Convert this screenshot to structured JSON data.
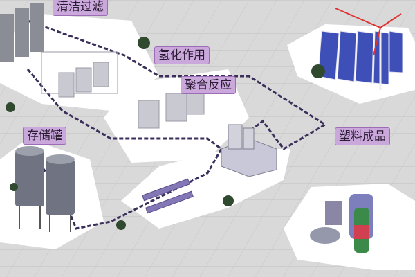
{
  "labels": {
    "cleaning": "清洁过滤",
    "hydrogenation": "氢化作用",
    "polymerization": "聚合反应",
    "plastic_products": "塑料成品",
    "storage_tanks": "存储罐"
  },
  "colors": {
    "label_bg": "#cba8dc",
    "label_border": "#9d6cb6",
    "pipe": "#3a2f5a",
    "platform": "#ffffff",
    "ground": "#d9d9d9"
  }
}
